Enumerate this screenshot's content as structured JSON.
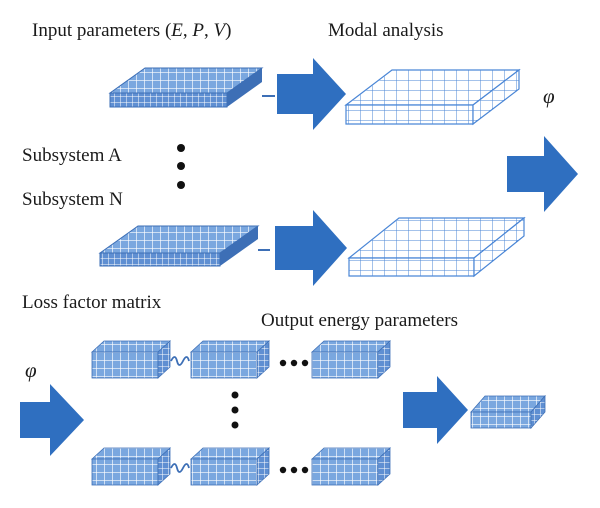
{
  "labels": {
    "input_prefix": "Input parameters (",
    "input_E": "E",
    "sep1": ", ",
    "input_P": "P",
    "sep2": ", ",
    "input_V": "V",
    "input_suffix": ")",
    "modal_analysis": "Modal analysis",
    "phi_top": "φ",
    "subsystem_a": "Subsystem A",
    "subsystem_n": "Subsystem N",
    "loss_factor_matrix": "Loss factor matrix",
    "output_energy": "Output energy parameters",
    "phi_bottom": "φ"
  },
  "colors": {
    "arrow": "#2f6fc0",
    "plate_fill": "#7aa7df",
    "plate_dark": "#3d6fb6",
    "plate_grid": "#ffffff",
    "mesh_line": "#4a86d6",
    "dots": "#111111"
  },
  "icons": [
    "arrow-right-icon",
    "plate-icon",
    "mesh-icon",
    "spring-icon",
    "ellipsis-dots-icon"
  ]
}
